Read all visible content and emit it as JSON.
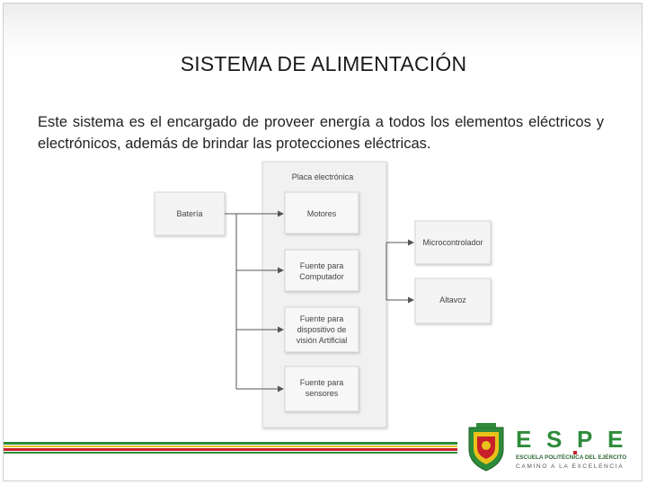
{
  "slide": {
    "title": "SISTEMA DE ALIMENTACIÓN",
    "body": "Este sistema es el encargado de proveer energía a todos los elementos eléctricos y electrónicos, además de brindar las protecciones eléctricas."
  },
  "diagram": {
    "board_title": "Placa electrónica",
    "battery": "Batería",
    "motors": "Motores",
    "computer_source": [
      "Fuente para",
      "Computador"
    ],
    "vision_source": [
      "Fuente para",
      "dispositivo de",
      "visión Artificial"
    ],
    "sensor_source": [
      "Fuente para",
      "sensores"
    ],
    "microcontroller": "Microcontrolador",
    "speaker": "Altavoz"
  },
  "logo": {
    "letters": [
      "E",
      "S",
      "P",
      "E"
    ],
    "line1": "ESCUELA POLITÉCNICA DEL EJÉRCITO",
    "line2": "CAMINO A LA EXCELENCIA"
  },
  "colors": {
    "espe_green": "#2e8b3a",
    "espe_red": "#c8202a",
    "espe_yellow": "#e8c21a",
    "box_fill": "#f3f3f3",
    "box_border": "#d6d6d6",
    "arrow": "#555555"
  }
}
